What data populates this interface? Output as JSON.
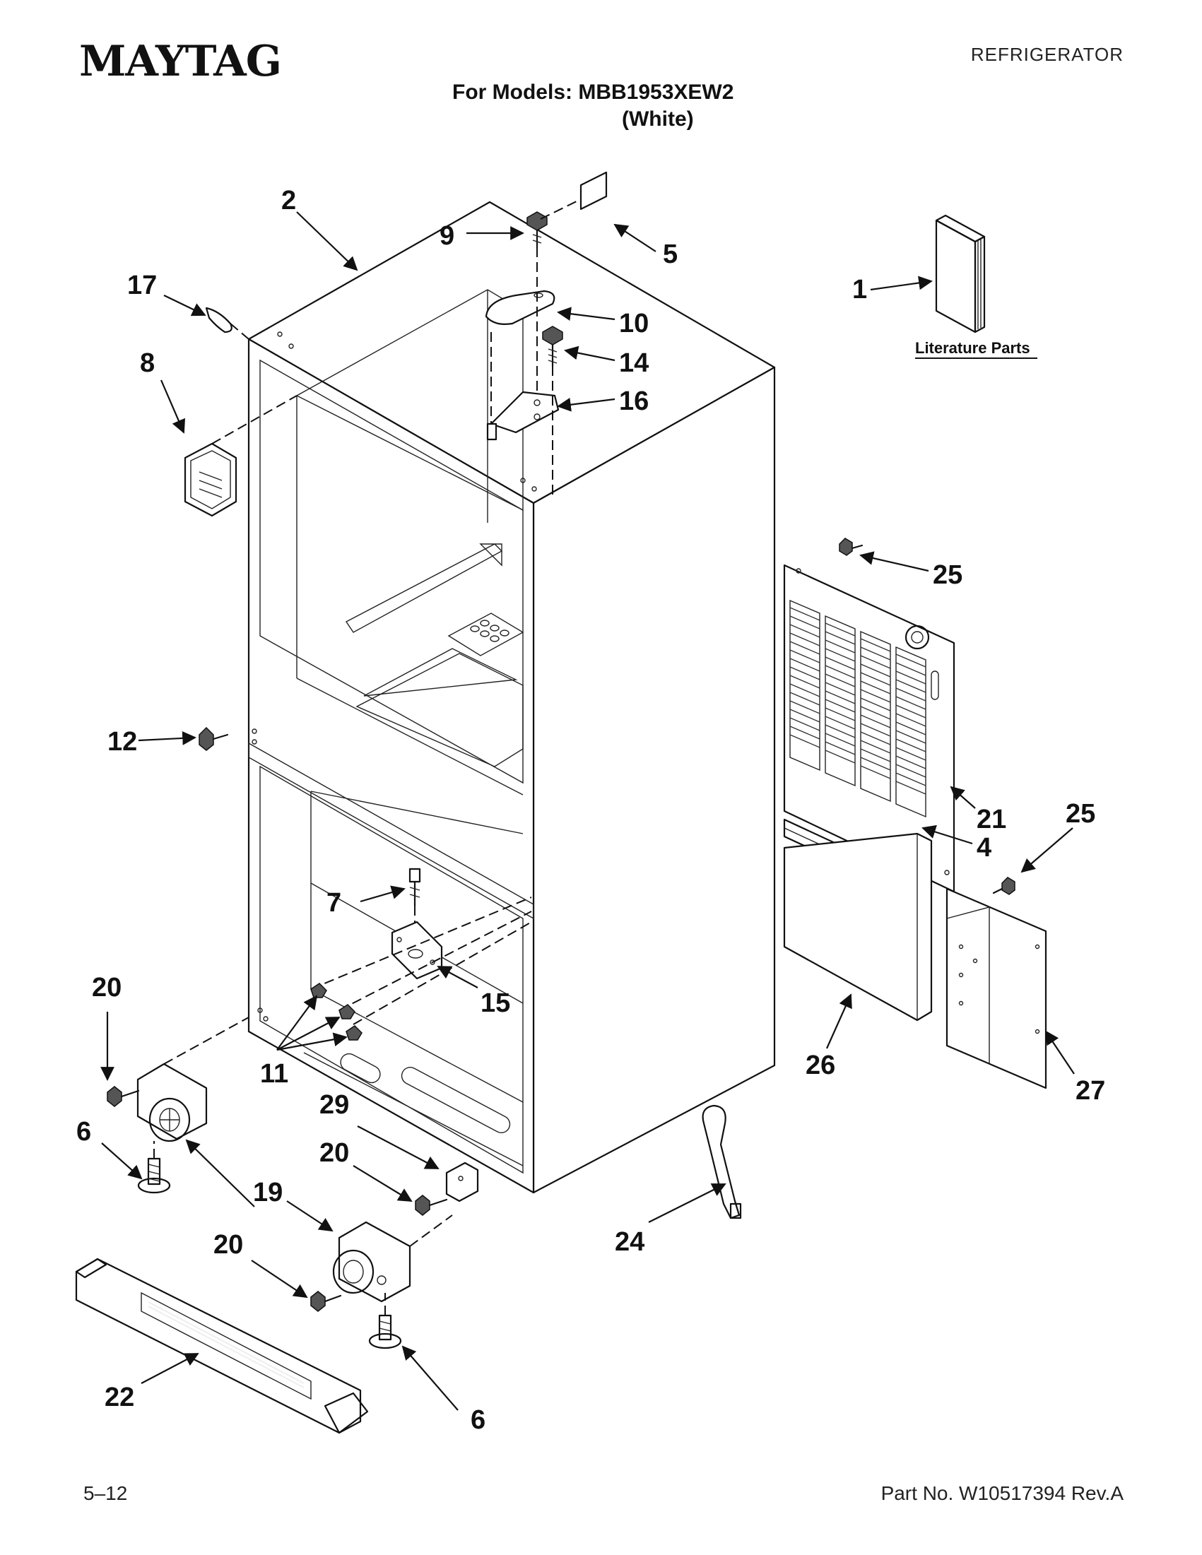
{
  "header": {
    "brand": "MAYTAG",
    "category": "REFRIGERATOR",
    "models_line1": "For Models: MBB1953XEW2",
    "models_line2": "(White)"
  },
  "footer": {
    "page": "5–12",
    "part_number": "Part No. W10517394 Rev.A"
  },
  "literature_label": "Literature Parts",
  "callouts": {
    "c1": "1",
    "c2": "2",
    "c4": "4",
    "c5": "5",
    "c6a": "6",
    "c6b": "6",
    "c7": "7",
    "c8": "8",
    "c9": "9",
    "c10": "10",
    "c11": "11",
    "c12": "12",
    "c14": "14",
    "c15": "15",
    "c16": "16",
    "c17": "17",
    "c19": "19",
    "c20a": "20",
    "c20b": "20",
    "c20c": "20",
    "c21": "21",
    "c22": "22",
    "c24": "24",
    "c25a": "25",
    "c25b": "25",
    "c26": "26",
    "c27": "27",
    "c29": "29"
  }
}
